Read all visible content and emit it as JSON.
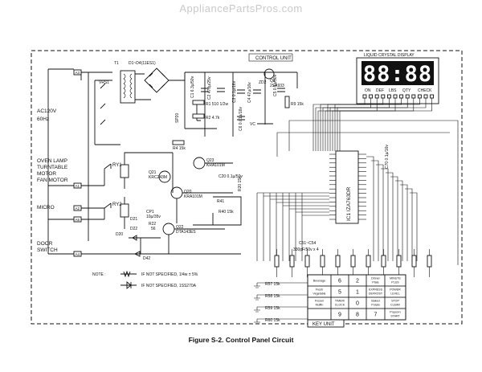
{
  "watermark": "AppliancePartsPros.com",
  "caption": "Figure S-2. Control Panel Circuit",
  "blocks": {
    "control_unit": "CONTROL UNIT",
    "lcd": "LIQUID CRYSTAL DISPLAY",
    "key_unit": "KEY UNIT"
  },
  "display": {
    "digits": "88:88",
    "indicators": [
      "ON",
      "DEF",
      "LBS",
      "QTY",
      "CHECK"
    ]
  },
  "power": {
    "supply_line1": "AC120V",
    "supply_line2": "60Hz",
    "transformer": "T1",
    "rectifier": "D1~D4(11ES1)"
  },
  "loads": {
    "oven_lamp": "OVEN LAMP",
    "turntable": "TURNTABLE",
    "motor": "MOTOR",
    "fan_motor": "FAN MOTOR",
    "micro": "MICRO",
    "door_switch_1": "DOOR",
    "door_switch_2": "SWITCH"
  },
  "terminals": [
    "A3",
    "A1",
    "A2",
    "A5",
    "A4"
  ],
  "ic": {
    "label": "IC1 IZA763DR"
  },
  "notes": {
    "heading": "NOTE :",
    "line1": "IF NOT SPECIFIED,  1/4w ± 5%",
    "line2": "IF NOT SPECIFIED,  1SS270A"
  },
  "parts": {
    "vrs1": "VRS1",
    "ry1": "RY1",
    "ry2": "RY2",
    "q21": "Q21",
    "q21_part": "KRC243M",
    "q20": "Q20",
    "q20_part": "KRA101M",
    "q22": "Q22",
    "q22_part": "DTA143ES",
    "q23": "Q23",
    "q23_part": "KRA101M",
    "q1": "Q1",
    "q1_part": "2SA933",
    "d20": "D20",
    "d42": "D42",
    "d21": "D21",
    "d22": "D22",
    "zd2": "ZD2",
    "cp1": "CP1",
    "cp1_val": "10µ/35v",
    "r22": "R22",
    "r22_val": "56",
    "r4": "R4 15k",
    "r1": "R1 510 1/2w",
    "r2": "R2 4.7k",
    "r40": "R40 15k",
    "r41": "R41",
    "sp20": "SP20",
    "c1": "C1 6.3µ/50v",
    "c2": "C2 470µ/25v",
    "c3": "C3 0.1µ/16v",
    "c4": "C4 47µ/16v",
    "c5": "C5 0.1µ/50v",
    "c6": "C6 0.01µ/16v",
    "c20": "C20 0.1µ/50v",
    "r9": "R9 15k",
    "r20": "R20 15k",
    "c70": "C70 0.1µ/16v",
    "c51": "C51~C54",
    "c51_val": "330pF/50v x 4",
    "r57": "R57 15k",
    "r58": "R58 15k",
    "r59": "R59 15k",
    "r60": "R60 15k",
    "vc": "VC"
  },
  "key_grid": [
    [
      "Beverage",
      "6",
      "2",
      "Dinner Plate",
      "MINUTE PLUS"
    ],
    [
      "Fresh Vegetable",
      "5",
      "1",
      "EXPRESS DEFROST",
      "POWER LEVEL"
    ],
    [
      "Frozen Muffin",
      "TIMER/ CLOCK",
      "0",
      "Baked Potato",
      "STOP CLEAR"
    ],
    [
      "",
      "9",
      "8",
      "7",
      "Popcorn START"
    ]
  ]
}
